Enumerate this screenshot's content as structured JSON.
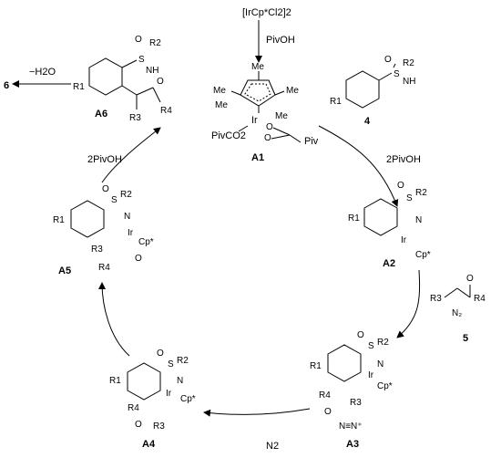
{
  "catalyst_precursor": "[IrCp*Cl2]2",
  "additive": "PivOH",
  "compounds": {
    "A1": {
      "label": "A1",
      "piv_co2": "PivCO2",
      "piv": "Piv",
      "me": "Me",
      "ir": "Ir"
    },
    "A2": {
      "label": "A2",
      "cp": "Cp*",
      "ir": "Ir"
    },
    "A3": {
      "label": "A3",
      "cp": "Cp*",
      "ir": "Ir"
    },
    "A4": {
      "label": "A4",
      "cp": "Cp*",
      "ir": "Ir"
    },
    "A5": {
      "label": "A5",
      "cp": "Cp*",
      "ir": "Ir"
    },
    "A6": {
      "label": "A6"
    },
    "reagent4": {
      "label": "4"
    },
    "reagent5": {
      "label": "5"
    },
    "product6": {
      "label": "6"
    }
  },
  "substituents": {
    "R1": "R1",
    "R2": "R2",
    "R3": "R3",
    "R4": "R4"
  },
  "steps": {
    "release_pivoh_right": "2PivOH",
    "consume_pivoh_left": "2PivOH",
    "n2_release": "N2",
    "water_loss": "−H2O"
  }
}
